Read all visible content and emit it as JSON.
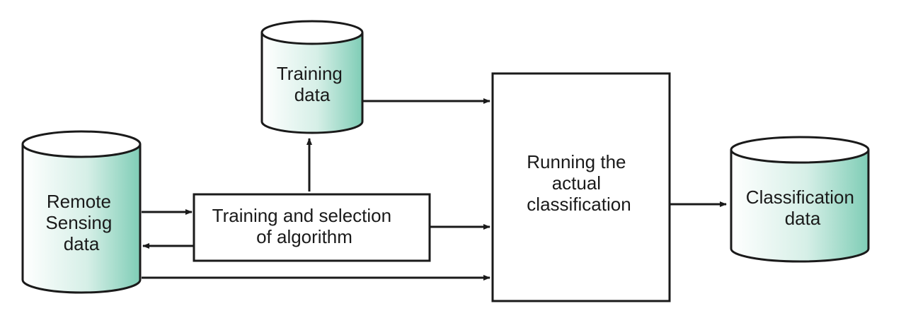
{
  "nodes": {
    "remote_sensing": {
      "lines": [
        "Remote",
        "Sensing",
        "data"
      ]
    },
    "training_data": {
      "lines": [
        "Training",
        "data"
      ]
    },
    "training_selection": {
      "lines": [
        "Training and selection",
        "of algorithm"
      ]
    },
    "running_classification": {
      "lines": [
        "Running the",
        "actual",
        "classification"
      ]
    },
    "classification_data": {
      "lines": [
        "Classification",
        "data"
      ]
    }
  },
  "colors": {
    "cylinder_fill_light": "#ffffff",
    "cylinder_fill_accent": "#7fcdb6",
    "line": "#1a1a1a"
  }
}
